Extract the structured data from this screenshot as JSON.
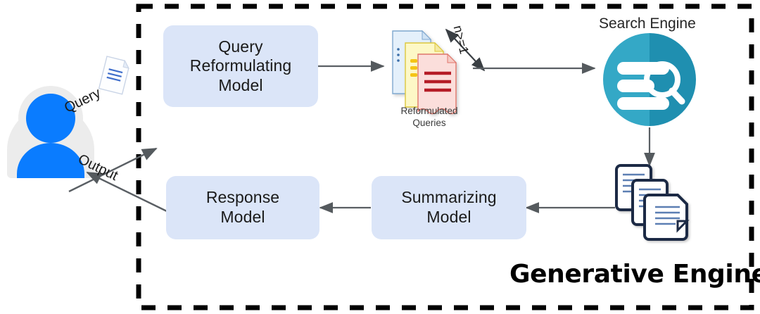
{
  "diagram": {
    "title": "Generative Engine",
    "boundary": {
      "style": "dashed",
      "color": "#000000"
    },
    "actor": {
      "name": "user-avatar",
      "body_color": "#0a7cff",
      "halo_color": "#ececec"
    },
    "edges": [
      {
        "id": "query",
        "label": "Query",
        "from": "user",
        "to": "query-reformulating-model"
      },
      {
        "id": "qrm-to-docs",
        "label": "",
        "from": "query-reformulating-model",
        "to": "reformulated-queries"
      },
      {
        "id": "docs-to-search",
        "label": "",
        "from": "reformulated-queries",
        "to": "search-engine"
      },
      {
        "id": "search-to-results",
        "label": "",
        "from": "search-engine",
        "to": "retrieved-documents"
      },
      {
        "id": "results-to-summ",
        "label": "",
        "from": "retrieved-documents",
        "to": "summarizing-model"
      },
      {
        "id": "summ-to-resp",
        "label": "",
        "from": "summarizing-model",
        "to": "response-model"
      },
      {
        "id": "output",
        "label": "Output",
        "from": "response-model",
        "to": "user"
      }
    ],
    "nodes": [
      {
        "id": "query-reformulating-model",
        "label": "Query\nReformulating\nModel",
        "kind": "box",
        "color": "#dbe5f8"
      },
      {
        "id": "summarizing-model",
        "label": "Summarizing\nModel",
        "kind": "box",
        "color": "#dbe5f8"
      },
      {
        "id": "response-model",
        "label": "Response\nModel",
        "kind": "box",
        "color": "#dbe5f8"
      }
    ],
    "reformulated_queries": {
      "caption": "Reformulated\nQueries",
      "multiplicity_label": "n>=1",
      "sheet_colors": [
        "#dbe9f7",
        "#fbf4c4",
        "#fbdcd9"
      ]
    },
    "search_engine": {
      "label": "Search Engine",
      "color_light": "#34a8c6",
      "color_dark": "#1f8fb0"
    },
    "retrieved_documents": {
      "outline_color": "#1b2c44",
      "line_color": "#5b7fb3"
    },
    "query_doc_icon": {
      "name": "query-document-icon",
      "line_color": "#3f6ecb"
    }
  }
}
